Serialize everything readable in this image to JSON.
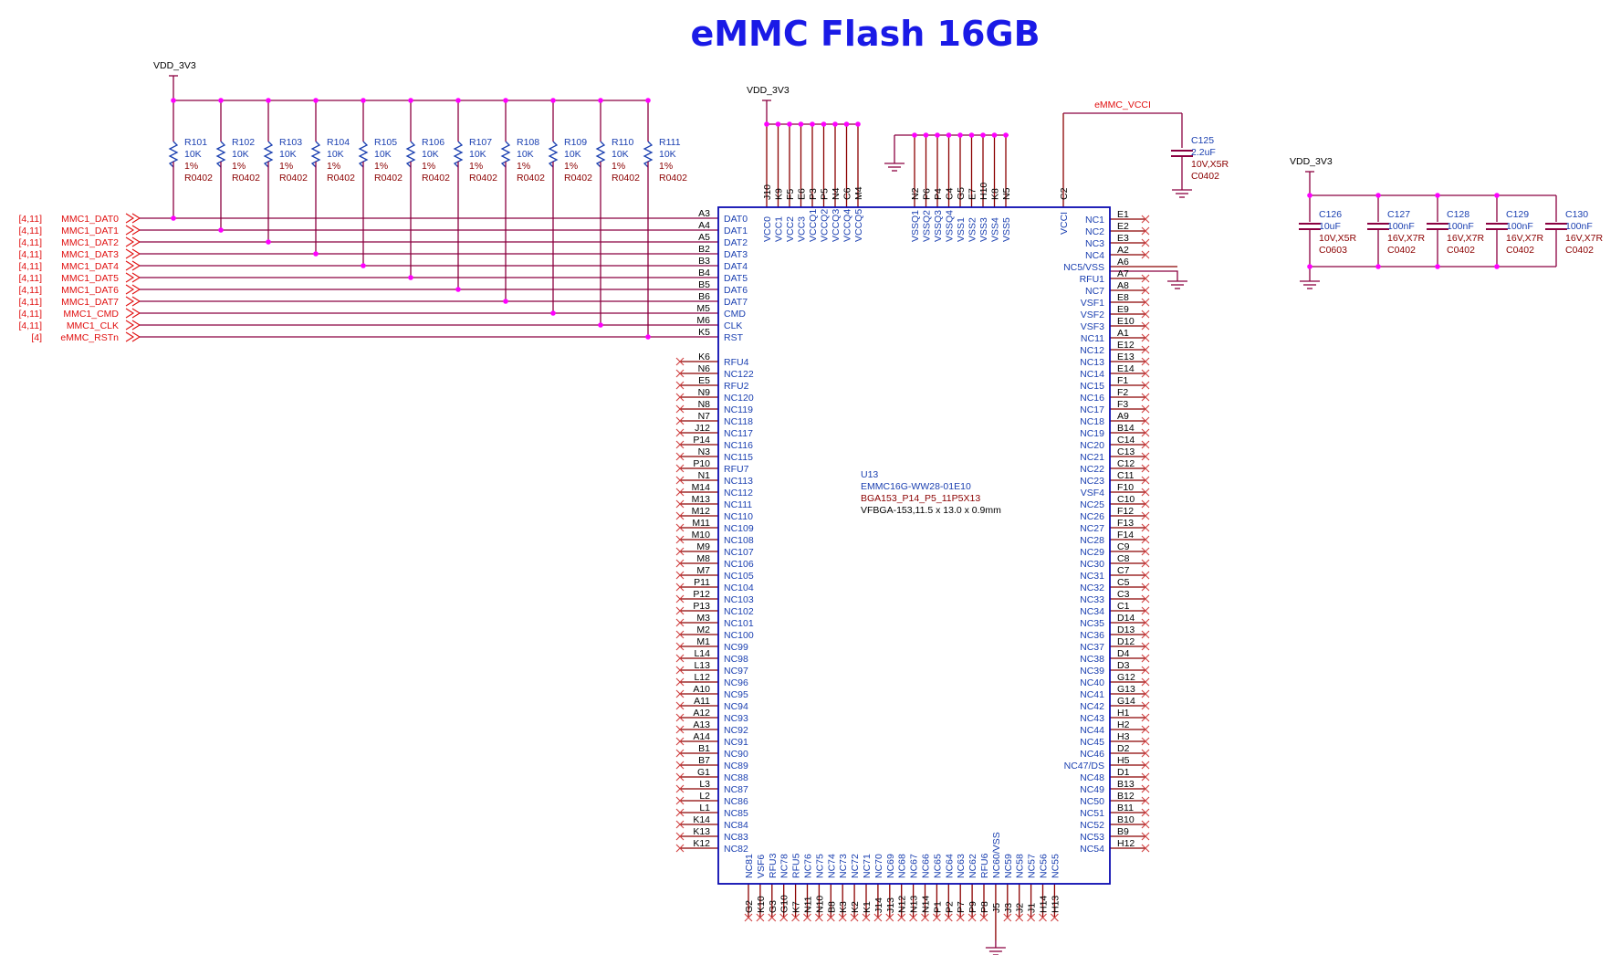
{
  "title": "eMMC Flash 16GB",
  "colors": {
    "wire": "#8b0040",
    "pin": "#8b0000",
    "body": "#0a0ab0",
    "dot": "#ff00ff",
    "net": "#e01010",
    "title": "#1a1ae6"
  },
  "power": {
    "vdd": "VDD_3V3",
    "vcci": "eMMC_VCCI"
  },
  "chip": {
    "ref": "U13",
    "part": "EMMC16G-WW28-01E10",
    "footprint": "BGA153_P14_P5_11P5X13",
    "package": "VFBGA-153,11.5 x 13.0 x 0.9mm"
  },
  "resistors": [
    {
      "ref": "R101",
      "value": "10K",
      "tol": "1%",
      "fp": "R0402"
    },
    {
      "ref": "R102",
      "value": "10K",
      "tol": "1%",
      "fp": "R0402"
    },
    {
      "ref": "R103",
      "value": "10K",
      "tol": "1%",
      "fp": "R0402"
    },
    {
      "ref": "R104",
      "value": "10K",
      "tol": "1%",
      "fp": "R0402"
    },
    {
      "ref": "R105",
      "value": "10K",
      "tol": "1%",
      "fp": "R0402"
    },
    {
      "ref": "R106",
      "value": "10K",
      "tol": "1%",
      "fp": "R0402"
    },
    {
      "ref": "R107",
      "value": "10K",
      "tol": "1%",
      "fp": "R0402"
    },
    {
      "ref": "R108",
      "value": "10K",
      "tol": "1%",
      "fp": "R0402"
    },
    {
      "ref": "R109",
      "value": "10K",
      "tol": "1%",
      "fp": "R0402"
    },
    {
      "ref": "R110",
      "value": "10K",
      "tol": "1%",
      "fp": "R0402"
    },
    {
      "ref": "R111",
      "value": "10K",
      "tol": "1%",
      "fp": "R0402"
    }
  ],
  "nets": [
    {
      "sheet": "[4,11]",
      "name": "MMC1_DAT0",
      "pin": "A3",
      "signal": "DAT0"
    },
    {
      "sheet": "[4,11]",
      "name": "MMC1_DAT1",
      "pin": "A4",
      "signal": "DAT1"
    },
    {
      "sheet": "[4,11]",
      "name": "MMC1_DAT2",
      "pin": "A5",
      "signal": "DAT2"
    },
    {
      "sheet": "[4,11]",
      "name": "MMC1_DAT3",
      "pin": "B2",
      "signal": "DAT3"
    },
    {
      "sheet": "[4,11]",
      "name": "MMC1_DAT4",
      "pin": "B3",
      "signal": "DAT4"
    },
    {
      "sheet": "[4,11]",
      "name": "MMC1_DAT5",
      "pin": "B4",
      "signal": "DAT5"
    },
    {
      "sheet": "[4,11]",
      "name": "MMC1_DAT6",
      "pin": "B5",
      "signal": "DAT6"
    },
    {
      "sheet": "[4,11]",
      "name": "MMC1_DAT7",
      "pin": "B6",
      "signal": "DAT7"
    },
    {
      "sheet": "[4,11]",
      "name": "MMC1_CMD",
      "pin": "M5",
      "signal": "CMD"
    },
    {
      "sheet": "[4,11]",
      "name": "MMC1_CLK",
      "pin": "M6",
      "signal": "CLK"
    },
    {
      "sheet": "[4]",
      "name": "eMMC_RSTn",
      "pin": "K5",
      "signal": "RST"
    }
  ],
  "left_nc": [
    [
      "K6",
      "RFU4"
    ],
    [
      "N6",
      "NC122"
    ],
    [
      "E5",
      "RFU2"
    ],
    [
      "N9",
      "NC120"
    ],
    [
      "N8",
      "NC119"
    ],
    [
      "N7",
      "NC118"
    ],
    [
      "J12",
      "NC117"
    ],
    [
      "P14",
      "NC116"
    ],
    [
      "N3",
      "NC115"
    ],
    [
      "P10",
      "RFU7"
    ],
    [
      "N1",
      "NC113"
    ],
    [
      "M14",
      "NC112"
    ],
    [
      "M13",
      "NC111"
    ],
    [
      "M12",
      "NC110"
    ],
    [
      "M11",
      "NC109"
    ],
    [
      "M10",
      "NC108"
    ],
    [
      "M9",
      "NC107"
    ],
    [
      "M8",
      "NC106"
    ],
    [
      "M7",
      "NC105"
    ],
    [
      "P11",
      "NC104"
    ],
    [
      "P12",
      "NC103"
    ],
    [
      "P13",
      "NC102"
    ],
    [
      "M3",
      "NC101"
    ],
    [
      "M2",
      "NC100"
    ],
    [
      "M1",
      "NC99"
    ],
    [
      "L14",
      "NC98"
    ],
    [
      "L13",
      "NC97"
    ],
    [
      "L12",
      "NC96"
    ],
    [
      "A10",
      "NC95"
    ],
    [
      "A11",
      "NC94"
    ],
    [
      "A12",
      "NC93"
    ],
    [
      "A13",
      "NC92"
    ],
    [
      "A14",
      "NC91"
    ],
    [
      "B1",
      "NC90"
    ],
    [
      "B7",
      "NC89"
    ],
    [
      "G1",
      "NC88"
    ],
    [
      "L3",
      "NC87"
    ],
    [
      "L2",
      "NC86"
    ],
    [
      "L1",
      "NC85"
    ],
    [
      "K14",
      "NC84"
    ],
    [
      "K13",
      "NC83"
    ],
    [
      "K12",
      "NC82"
    ]
  ],
  "right_pins": [
    [
      "E1",
      "NC1"
    ],
    [
      "E2",
      "NC2"
    ],
    [
      "E3",
      "NC3"
    ],
    [
      "A2",
      "NC4"
    ],
    [
      "A6",
      "NC5/VSS"
    ],
    [
      "A7",
      "RFU1"
    ],
    [
      "A8",
      "NC7"
    ],
    [
      "E8",
      "VSF1"
    ],
    [
      "E9",
      "VSF2"
    ],
    [
      "E10",
      "VSF3"
    ],
    [
      "A1",
      "NC11"
    ],
    [
      "E12",
      "NC12"
    ],
    [
      "E13",
      "NC13"
    ],
    [
      "E14",
      "NC14"
    ],
    [
      "F1",
      "NC15"
    ],
    [
      "F2",
      "NC16"
    ],
    [
      "F3",
      "NC17"
    ],
    [
      "A9",
      "NC18"
    ],
    [
      "B14",
      "NC19"
    ],
    [
      "C14",
      "NC20"
    ],
    [
      "C13",
      "NC21"
    ],
    [
      "C12",
      "NC22"
    ],
    [
      "C11",
      "NC23"
    ],
    [
      "F10",
      "VSF4"
    ],
    [
      "C10",
      "NC25"
    ],
    [
      "F12",
      "NC26"
    ],
    [
      "F13",
      "NC27"
    ],
    [
      "F14",
      "NC28"
    ],
    [
      "C9",
      "NC29"
    ],
    [
      "C8",
      "NC30"
    ],
    [
      "C7",
      "NC31"
    ],
    [
      "C5",
      "NC32"
    ],
    [
      "C3",
      "NC33"
    ],
    [
      "C1",
      "NC34"
    ],
    [
      "D14",
      "NC35"
    ],
    [
      "D13",
      "NC36"
    ],
    [
      "D12",
      "NC37"
    ],
    [
      "D4",
      "NC38"
    ],
    [
      "D3",
      "NC39"
    ],
    [
      "G12",
      "NC40"
    ],
    [
      "G13",
      "NC41"
    ],
    [
      "G14",
      "NC42"
    ],
    [
      "H1",
      "NC43"
    ],
    [
      "H2",
      "NC44"
    ],
    [
      "H3",
      "NC45"
    ],
    [
      "D2",
      "NC46"
    ],
    [
      "H5",
      "NC47/DS"
    ],
    [
      "D1",
      "NC48"
    ],
    [
      "B13",
      "NC49"
    ],
    [
      "B12",
      "NC50"
    ],
    [
      "B11",
      "NC51"
    ],
    [
      "B10",
      "NC52"
    ],
    [
      "B9",
      "NC53"
    ],
    [
      "H12",
      "NC54"
    ]
  ],
  "top_vcc": [
    [
      "J10",
      "VCC0"
    ],
    [
      "K9",
      "VCC1"
    ],
    [
      "F5",
      "VCC2"
    ],
    [
      "E6",
      "VCC3"
    ],
    [
      "P3",
      "VCCQ1"
    ],
    [
      "P5",
      "VCCQ2"
    ],
    [
      "N4",
      "VCCQ3"
    ],
    [
      "C6",
      "VCCQ4"
    ],
    [
      "M4",
      "VCCQ5"
    ]
  ],
  "top_vss": [
    [
      "N2",
      "VSSQ1"
    ],
    [
      "P6",
      "VSSQ2"
    ],
    [
      "P4",
      "VSSQ3"
    ],
    [
      "C4",
      "VSSQ4"
    ],
    [
      "G5",
      "VSS1"
    ],
    [
      "E7",
      "VSS2"
    ],
    [
      "H10",
      "VSS3"
    ],
    [
      "K8",
      "VSS4"
    ],
    [
      "N5",
      "VSS5"
    ]
  ],
  "top_vcci": [
    "C2",
    "VCCI"
  ],
  "bottom_pins": [
    [
      "G2",
      "NC81"
    ],
    [
      "K10",
      "VSF6"
    ],
    [
      "G3",
      "RFU3"
    ],
    [
      "G10",
      "NC78"
    ],
    [
      "K7",
      "RFU5"
    ],
    [
      "N11",
      "NC76"
    ],
    [
      "N10",
      "NC75"
    ],
    [
      "B8",
      "NC74"
    ],
    [
      "K3",
      "NC73"
    ],
    [
      "K2",
      "NC72"
    ],
    [
      "K1",
      "NC71"
    ],
    [
      "J14",
      "NC70"
    ],
    [
      "J13",
      "NC69"
    ],
    [
      "N12",
      "NC68"
    ],
    [
      "N13",
      "NC67"
    ],
    [
      "N14",
      "NC66"
    ],
    [
      "P1",
      "NC65"
    ],
    [
      "P2",
      "NC64"
    ],
    [
      "P7",
      "NC63"
    ],
    [
      "P9",
      "NC62"
    ],
    [
      "P8",
      "RFU6"
    ],
    [
      "J5",
      "NC60/VSS"
    ],
    [
      "J3",
      "NC59"
    ],
    [
      "J2",
      "NC58"
    ],
    [
      "J1",
      "NC57"
    ],
    [
      "H14",
      "NC56"
    ],
    [
      "H13",
      "NC55"
    ]
  ],
  "c125": {
    "ref": "C125",
    "value": "2.2uF",
    "rating": "10V,X5R",
    "fp": "C0402"
  },
  "caps": [
    {
      "ref": "C126",
      "value": "10uF",
      "rating": "10V,X5R",
      "fp": "C0603"
    },
    {
      "ref": "C127",
      "value": "100nF",
      "rating": "16V,X7R",
      "fp": "C0402"
    },
    {
      "ref": "C128",
      "value": "100nF",
      "rating": "16V,X7R",
      "fp": "C0402"
    },
    {
      "ref": "C129",
      "value": "100nF",
      "rating": "16V,X7R",
      "fp": "C0402"
    },
    {
      "ref": "C130",
      "value": "100nF",
      "rating": "16V,X7R",
      "fp": "C0402"
    }
  ]
}
